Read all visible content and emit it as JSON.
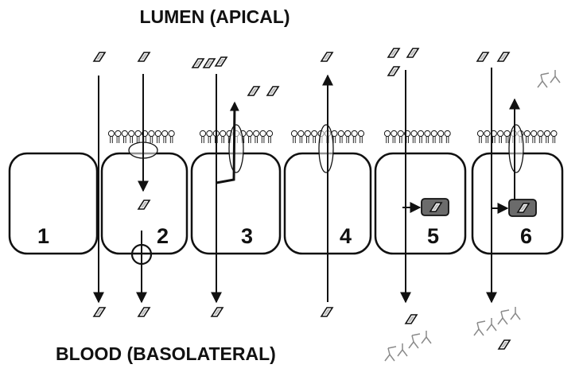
{
  "labels": {
    "lumen": "LUMEN (APICAL)",
    "blood": "BLOOD (BASOLATERAL)"
  },
  "cells": [
    {
      "number": "1"
    },
    {
      "number": "2"
    },
    {
      "number": "3"
    },
    {
      "number": "4"
    },
    {
      "number": "5"
    },
    {
      "number": "6"
    }
  ],
  "colors": {
    "stroke": "#111111",
    "molecule_fill": "#ffffff",
    "enzyme_fill": "#6b6b6b",
    "metabolite": "#9a9a9a"
  }
}
